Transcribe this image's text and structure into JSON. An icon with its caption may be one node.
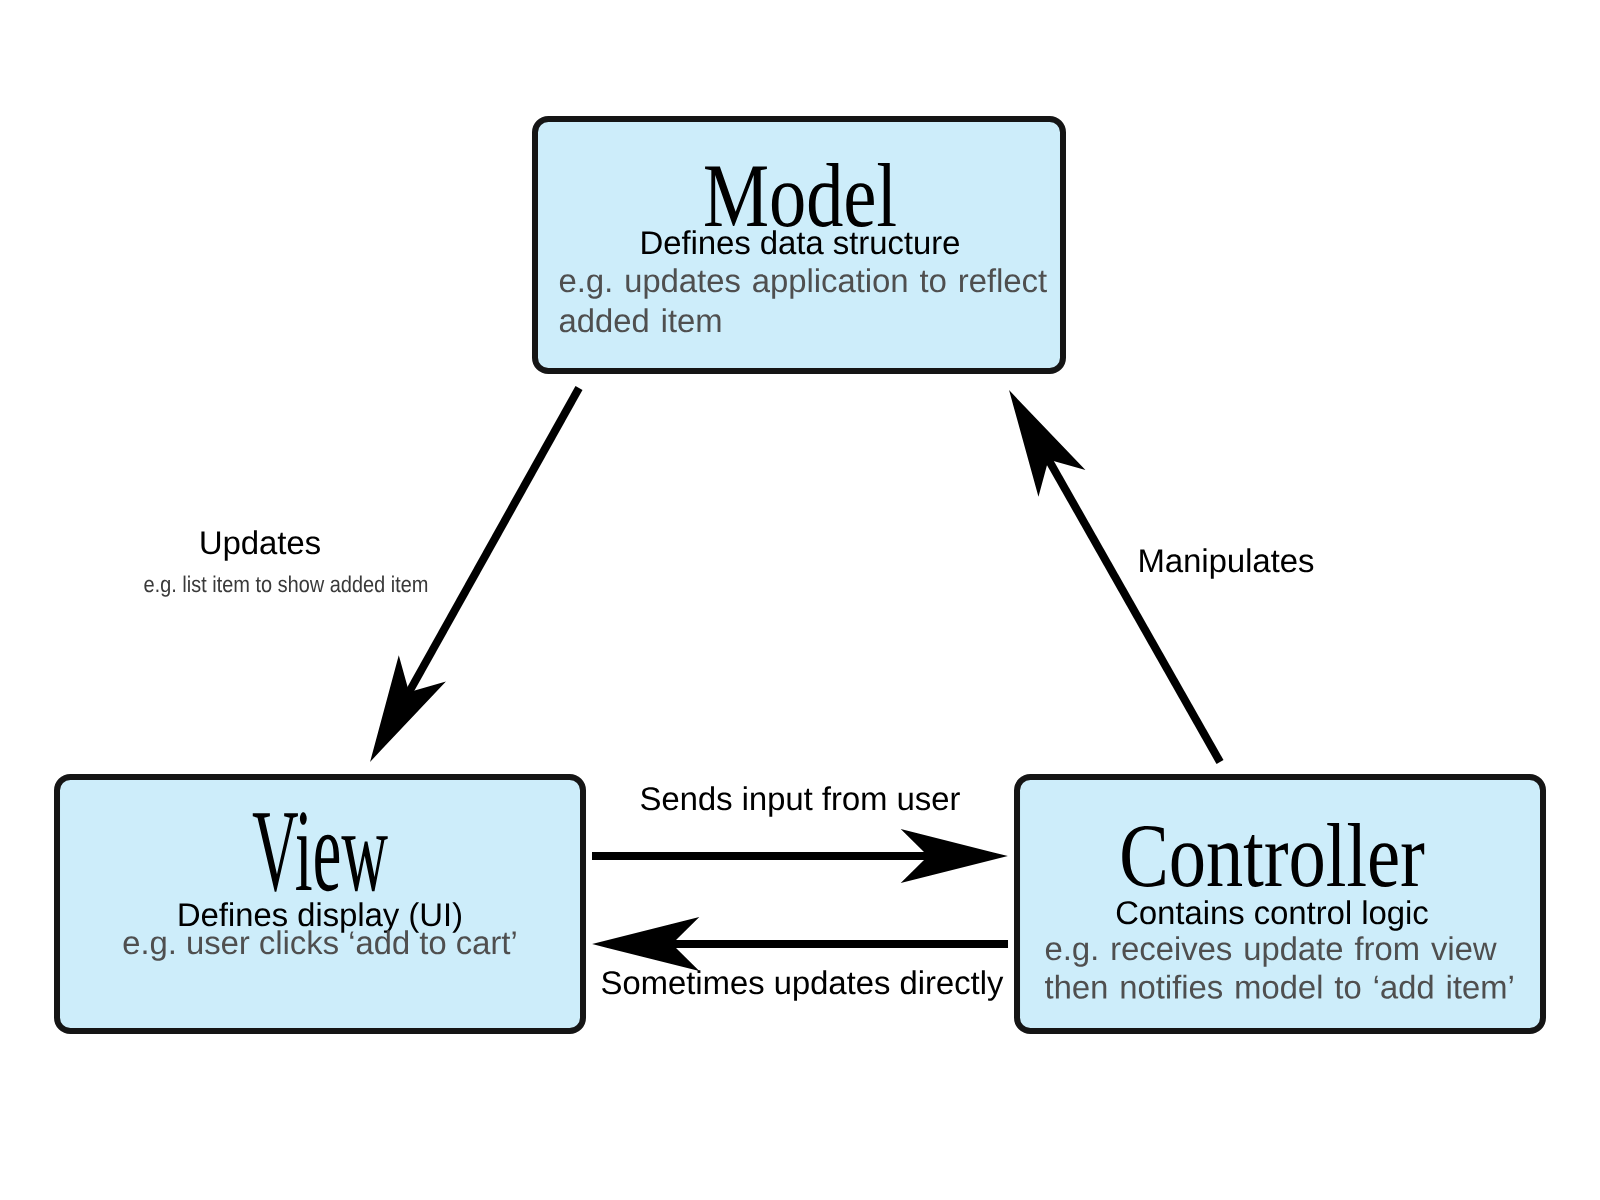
{
  "diagram": {
    "nodes": [
      {
        "text": [
          "Model",
          "Defines data structure",
          "e.g. updates application to reflect added item"
        ]
      },
      {
        "text": [
          "View",
          "Defines display (UI)",
          "e.g. user clicks ‘add to cart’"
        ]
      },
      {
        "text": [
          "Controller",
          "Contains control logic",
          "e.g. receives update from view then notifies model to ‘add item’"
        ]
      }
    ],
    "edges": [
      {
        "from": 0,
        "to": 1,
        "arrow": "to",
        "label": "Updates"
      },
      {
        "from": 2,
        "to": 0,
        "arrow": "to",
        "label": "Manipulates"
      },
      {
        "from": 1,
        "to": 2,
        "arrow": "to",
        "label": "Sends input from user"
      },
      {
        "from": 2,
        "to": 1,
        "arrow": "to",
        "label": "Sometimes updates directly"
      }
    ],
    "labels": [
      "e.g. list item to show added item"
    ]
  }
}
